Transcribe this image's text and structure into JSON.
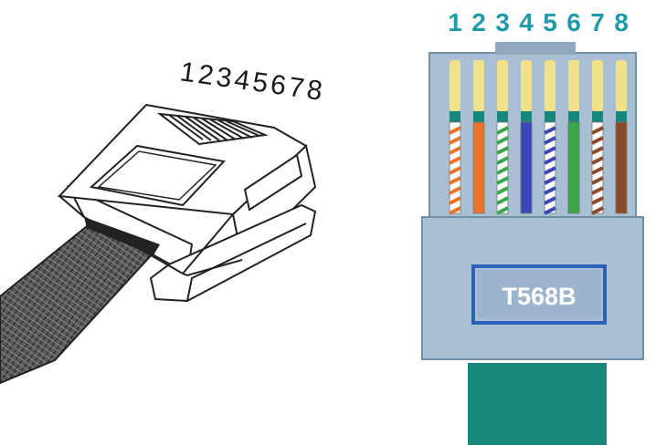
{
  "left_plug": {
    "pin_numbers": [
      "1",
      "2",
      "3",
      "4",
      "5",
      "6",
      "7",
      "8"
    ]
  },
  "right_plug": {
    "pin_numbers": [
      "1",
      "2",
      "3",
      "4",
      "5",
      "6",
      "7",
      "8"
    ],
    "standard_label": "T568B",
    "wires": [
      {
        "pin": 1,
        "color": "orange-white",
        "main": "#ffffff",
        "stripe": "#e8742a"
      },
      {
        "pin": 2,
        "color": "orange",
        "main": "#e8742a",
        "stripe": null
      },
      {
        "pin": 3,
        "color": "green-white",
        "main": "#ffffff",
        "stripe": "#3aa64a"
      },
      {
        "pin": 4,
        "color": "blue",
        "main": "#3b47b8",
        "stripe": null
      },
      {
        "pin": 5,
        "color": "blue-white",
        "main": "#ffffff",
        "stripe": "#3b47b8"
      },
      {
        "pin": 6,
        "color": "green",
        "main": "#3aa64a",
        "stripe": null
      },
      {
        "pin": 7,
        "color": "brown-white",
        "main": "#ffffff",
        "stripe": "#8b4a2b"
      },
      {
        "pin": 8,
        "color": "brown",
        "main": "#8b4a2b",
        "stripe": null
      }
    ],
    "colors": {
      "body": "#a9bfd3",
      "body_dark": "#8ea8c0",
      "contacts": "#f1e18b",
      "contact_band": "#17877c",
      "cable_jacket": "#17877c",
      "label_frame": "#2a60b8",
      "label_fill": "#9db5cc"
    }
  }
}
